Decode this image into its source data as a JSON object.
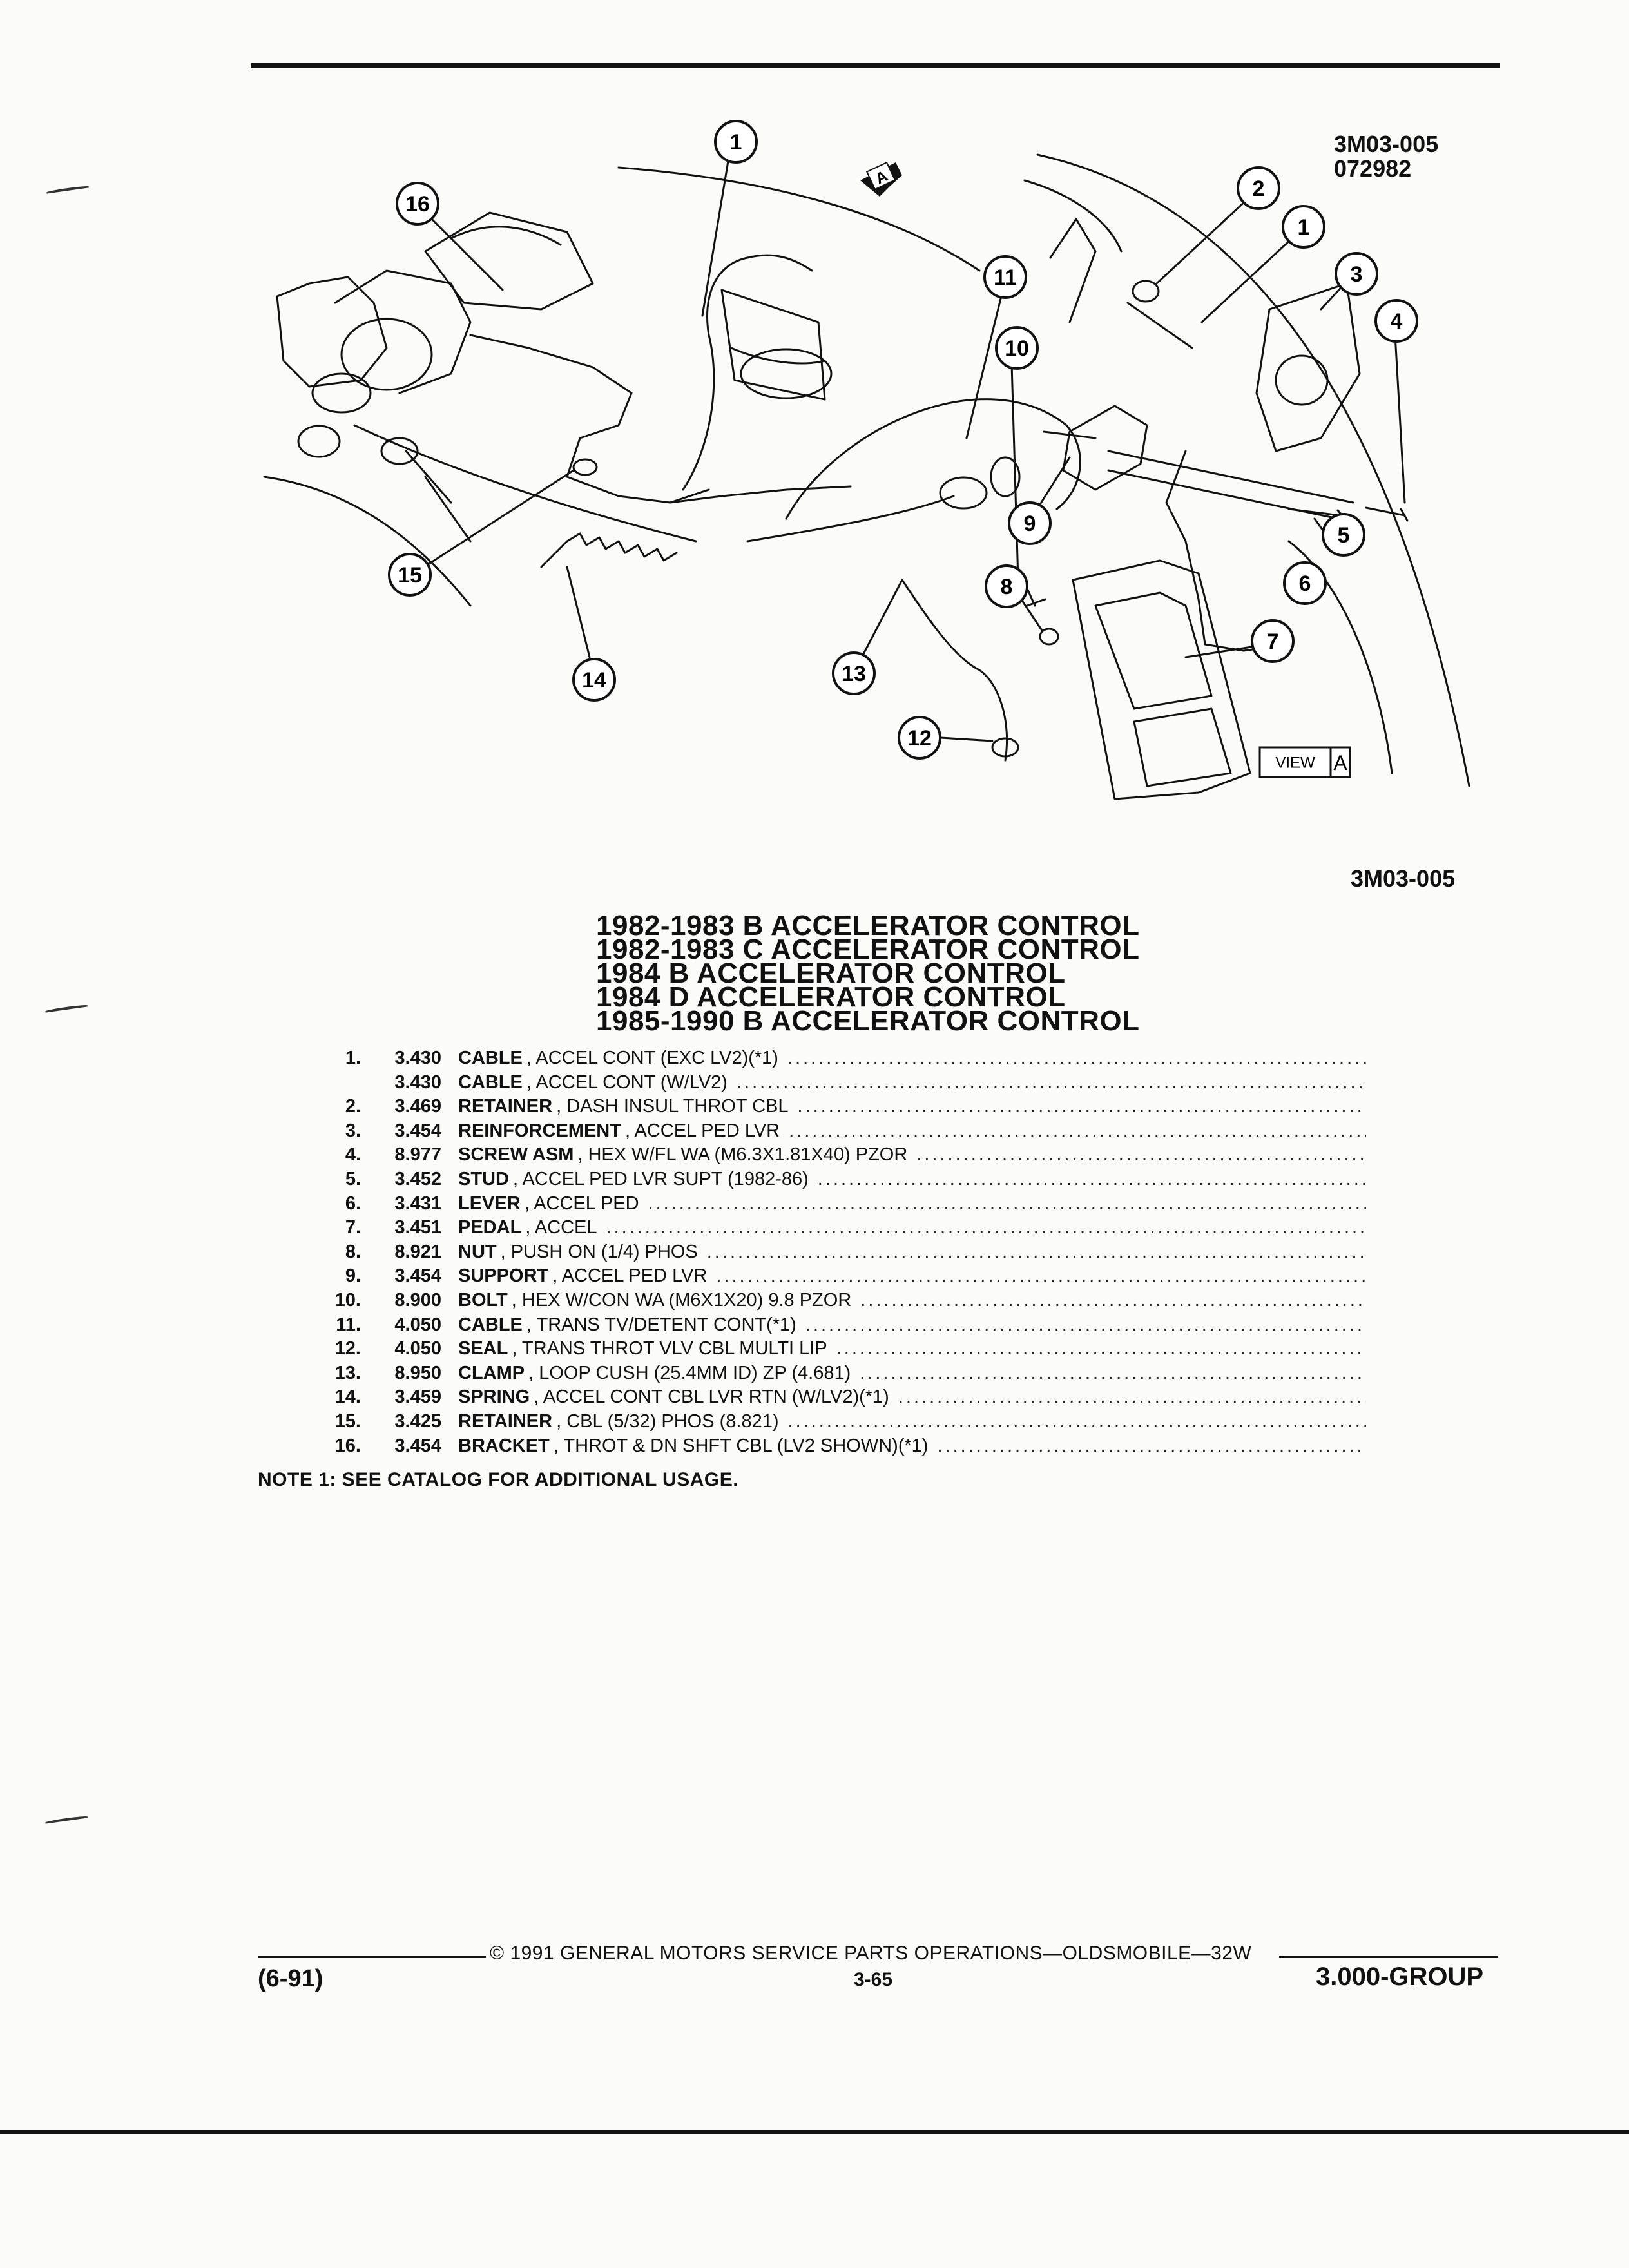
{
  "figure": {
    "id_top": "3M03-005",
    "id_date": "072982",
    "id_bottom": "3M03-005",
    "view_arrow_label": "A",
    "view_box_label": "VIEW",
    "view_box_letter": "A",
    "callouts": [
      "1",
      "16",
      "11",
      "10",
      "9",
      "15",
      "14",
      "13",
      "12",
      "8",
      "2",
      "1",
      "3",
      "4",
      "5",
      "6",
      "7"
    ]
  },
  "titles": [
    "1982-1983 B ACCELERATOR CONTROL",
    "1982-1983 C ACCELERATOR CONTROL",
    "1984 B ACCELERATOR CONTROL",
    "1984 D ACCELERATOR CONTROL",
    "1985-1990 B ACCELERATOR CONTROL"
  ],
  "parts": [
    {
      "num": "1.",
      "code": "3.430",
      "name": "CABLE",
      "desc": ", ACCEL CONT (EXC LV2)(*1)"
    },
    {
      "num": "",
      "code": "3.430",
      "name": "CABLE",
      "desc": ", ACCEL CONT (W/LV2)"
    },
    {
      "num": "2.",
      "code": "3.469",
      "name": "RETAINER",
      "desc": ", DASH INSUL THROT CBL"
    },
    {
      "num": "3.",
      "code": "3.454",
      "name": "REINFORCEMENT",
      "desc": ", ACCEL PED LVR"
    },
    {
      "num": "4.",
      "code": "8.977",
      "name": "SCREW ASM",
      "desc": ", HEX W/FL WA (M6.3X1.81X40) PZOR"
    },
    {
      "num": "5.",
      "code": "3.452",
      "name": "STUD",
      "desc": ", ACCEL PED LVR SUPT (1982-86)"
    },
    {
      "num": "6.",
      "code": "3.431",
      "name": "LEVER",
      "desc": ", ACCEL PED"
    },
    {
      "num": "7.",
      "code": "3.451",
      "name": "PEDAL",
      "desc": ", ACCEL"
    },
    {
      "num": "8.",
      "code": "8.921",
      "name": "NUT",
      "desc": ", PUSH ON (1/4) PHOS"
    },
    {
      "num": "9.",
      "code": "3.454",
      "name": "SUPPORT",
      "desc": ", ACCEL PED LVR"
    },
    {
      "num": "10.",
      "code": "8.900",
      "name": "BOLT",
      "desc": ", HEX W/CON WA (M6X1X20) 9.8 PZOR"
    },
    {
      "num": "11.",
      "code": "4.050",
      "name": "CABLE",
      "desc": ", TRANS TV/DETENT CONT(*1)"
    },
    {
      "num": "12.",
      "code": "4.050",
      "name": "SEAL",
      "desc": ", TRANS THROT VLV CBL MULTI LIP"
    },
    {
      "num": "13.",
      "code": "8.950",
      "name": "CLAMP",
      "desc": ", LOOP CUSH (25.4MM ID) ZP (4.681)"
    },
    {
      "num": "14.",
      "code": "3.459",
      "name": "SPRING",
      "desc": ", ACCEL CONT CBL LVR RTN (W/LV2)(*1)"
    },
    {
      "num": "15.",
      "code": "3.425",
      "name": "RETAINER",
      "desc": ", CBL (5/32) PHOS (8.821)"
    },
    {
      "num": "16.",
      "code": "3.454",
      "name": "BRACKET",
      "desc": ", THROT & DN SHFT CBL (LV2 SHOWN)(*1)"
    }
  ],
  "note": "NOTE  1:  SEE CATALOG FOR ADDITIONAL USAGE.",
  "footer": {
    "copyright": "© 1991 GENERAL MOTORS SERVICE PARTS OPERATIONS—OLDSMOBILE—32W",
    "left": "(6-91)",
    "page": "3-65",
    "right": "3.000-GROUP"
  }
}
